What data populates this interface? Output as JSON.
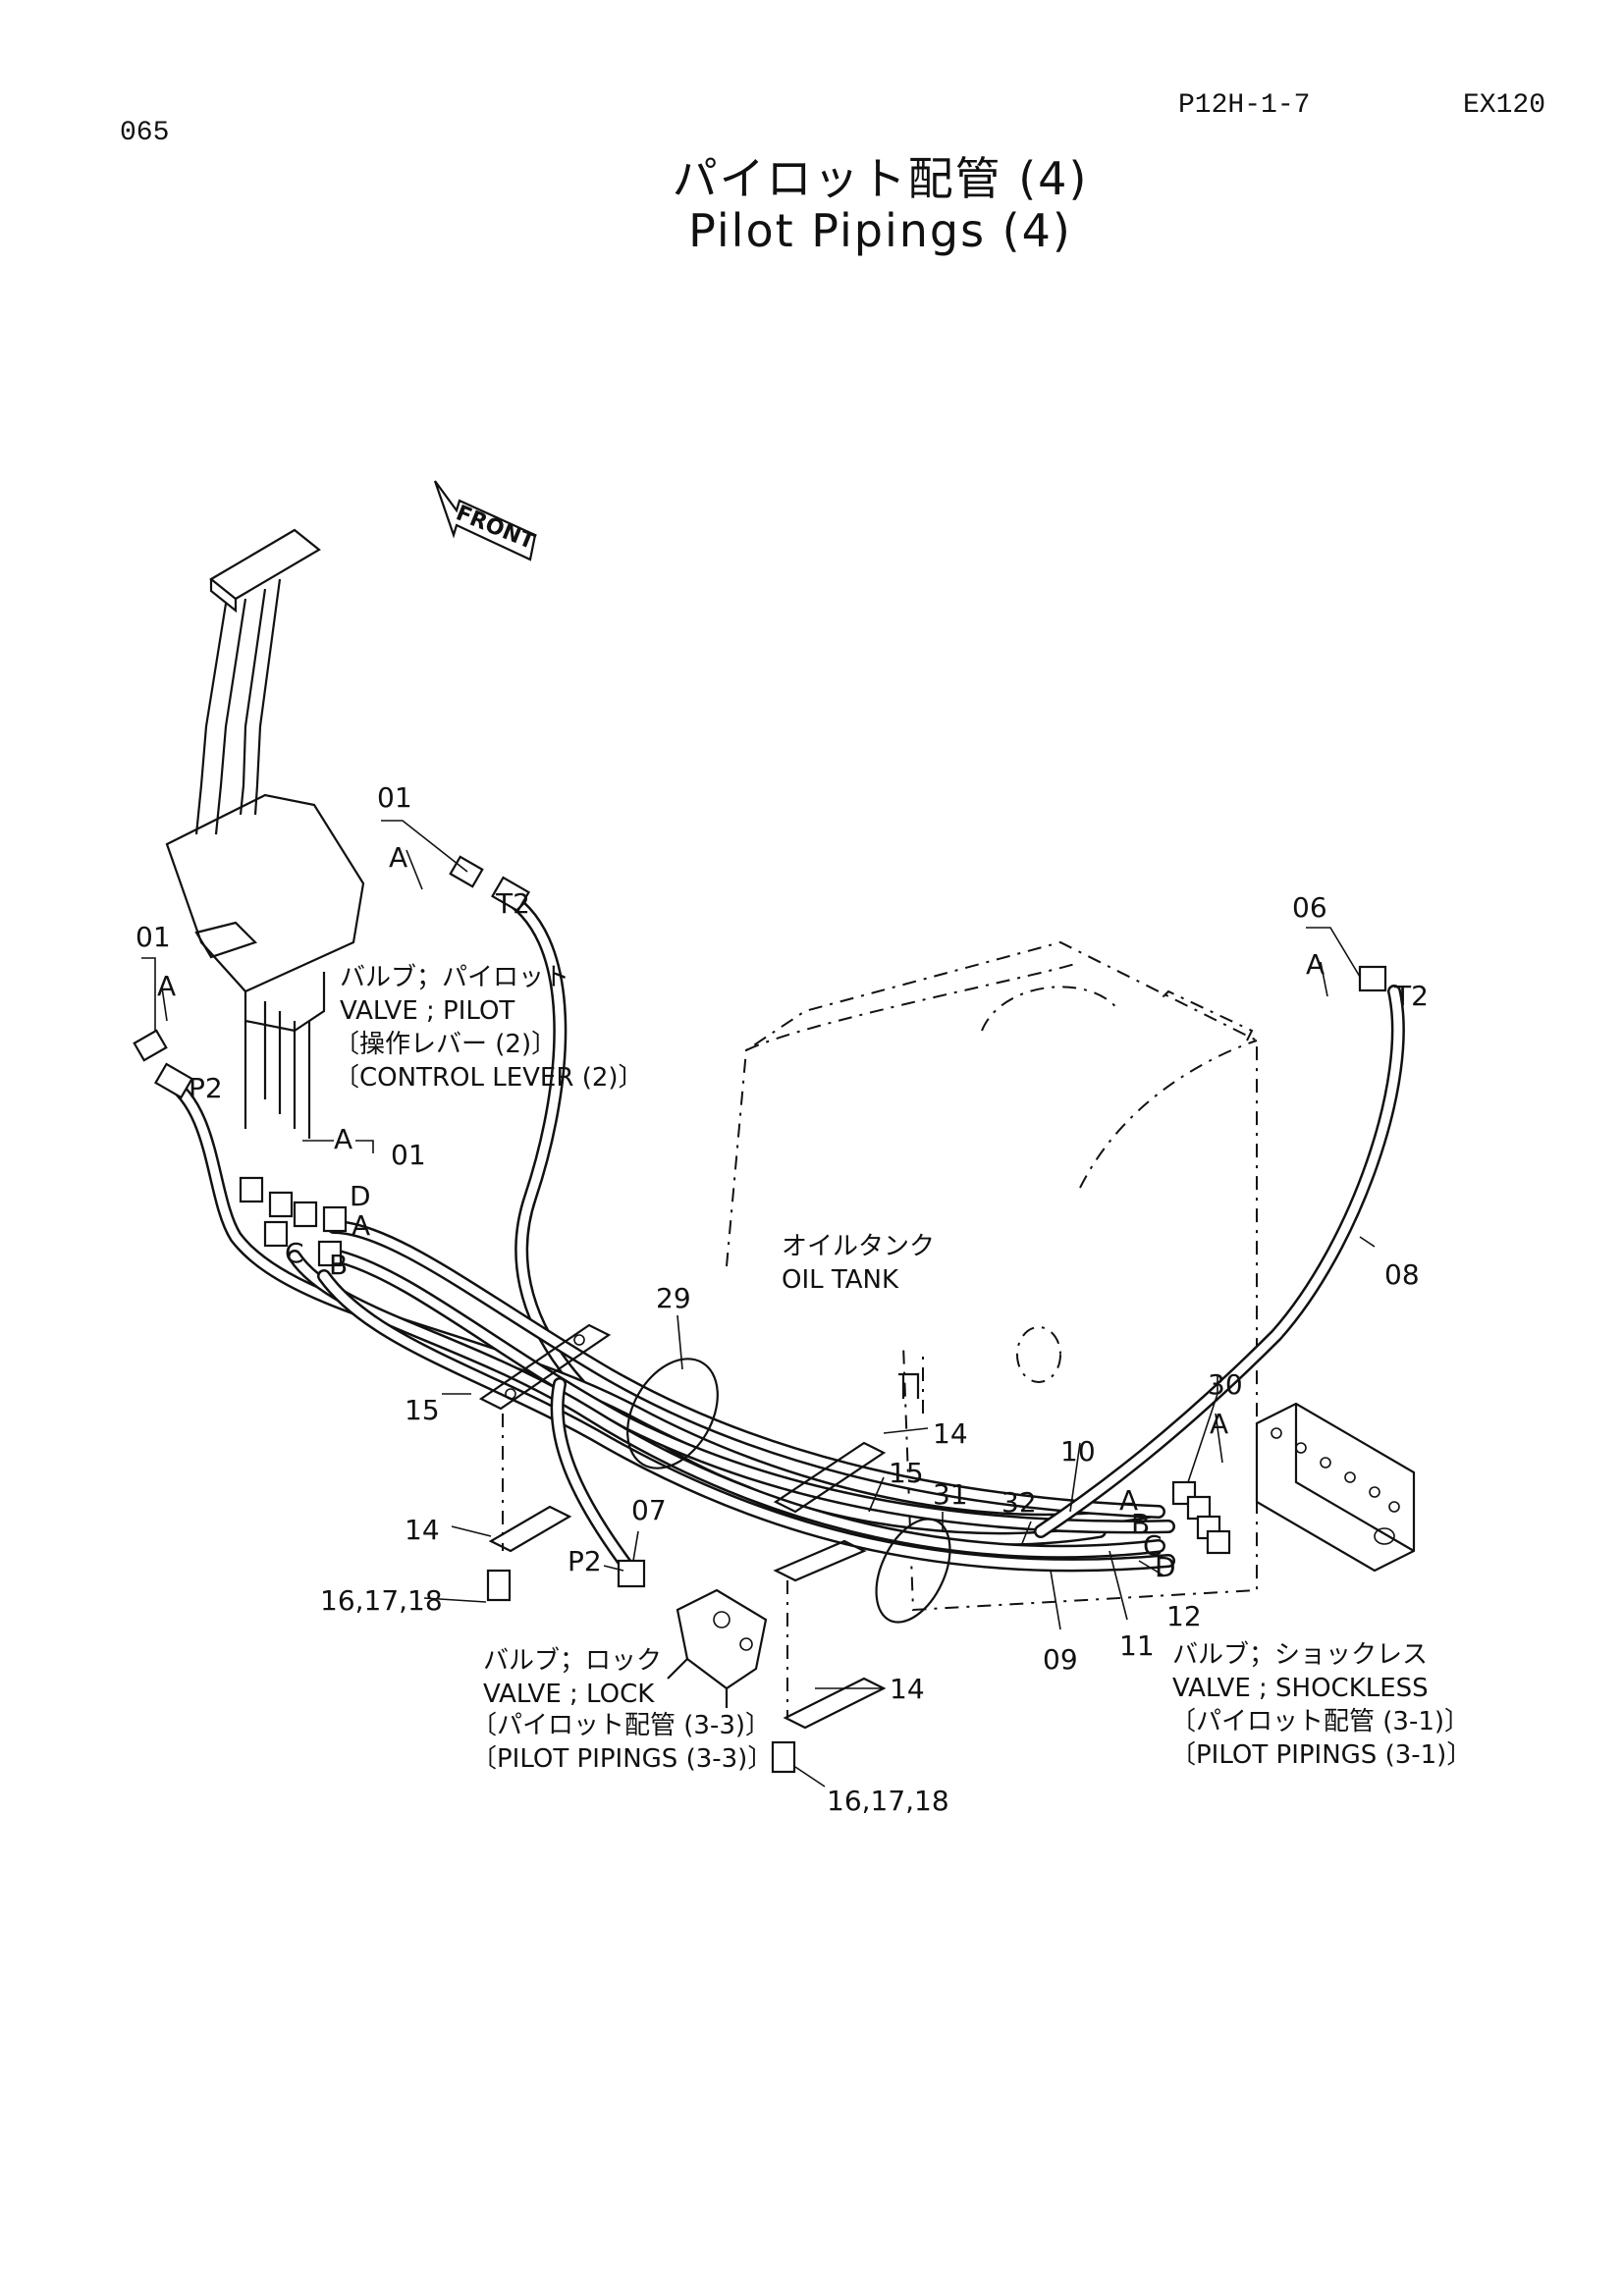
{
  "header": {
    "page_number": "065",
    "doc_code": "P12H-1-7",
    "model": "EX120"
  },
  "title": {
    "japanese": "パイロット配管 (4)",
    "english": "Pilot Pipings (4)"
  },
  "front_arrow": "FRONT",
  "components": {
    "valve_pilot_jp": "バルブ；パイロット",
    "valve_pilot_en": "VALVE ; PILOT",
    "control_lever_jp": "〔操作レバー (2)〕",
    "control_lever_en": "〔CONTROL LEVER (2)〕",
    "oil_tank_jp": "オイルタンク",
    "oil_tank_en": "OIL TANK",
    "valve_lock_jp": "バルブ；ロック",
    "valve_lock_en": "VALVE ; LOCK",
    "lock_ref_jp": "〔パイロット配管 (3-3)〕",
    "lock_ref_en": "〔PILOT PIPINGS (3-3)〕",
    "valve_shockless_jp": "バルブ；ショックレス",
    "valve_shockless_en": "VALVE ; SHOCKLESS",
    "shockless_ref_jp": "〔パイロット配管 (3-1)〕",
    "shockless_ref_en": "〔PILOT PIPINGS (3-1)〕"
  },
  "callouts": {
    "p01_top": "01",
    "a_top": "A",
    "t2_left": "T2",
    "p01_left": "01",
    "a_left": "A",
    "p2_left": "P2",
    "a_mid": "A",
    "p01_mid": "01",
    "port_d": "D",
    "port_a": "A",
    "port_c": "C",
    "port_b": "B",
    "p06": "06",
    "a_right": "A",
    "t2_right": "T2",
    "p08": "08",
    "p29": "29",
    "p15_left": "15",
    "p14_upper": "14",
    "p15_mid": "15",
    "p31": "31",
    "p32": "32",
    "p10": "10",
    "p30": "30",
    "a_30": "A",
    "port_a2": "A",
    "port_b2": "B",
    "port_c2": "C",
    "port_d2": "D",
    "p14_left": "14",
    "p07": "07",
    "p2_lower": "P2",
    "p16_17_18_left": "16,17,18",
    "p09": "09",
    "p11": "11",
    "p12": "12",
    "p14_lower": "14",
    "p16_17_18_lower": "16,17,18"
  }
}
